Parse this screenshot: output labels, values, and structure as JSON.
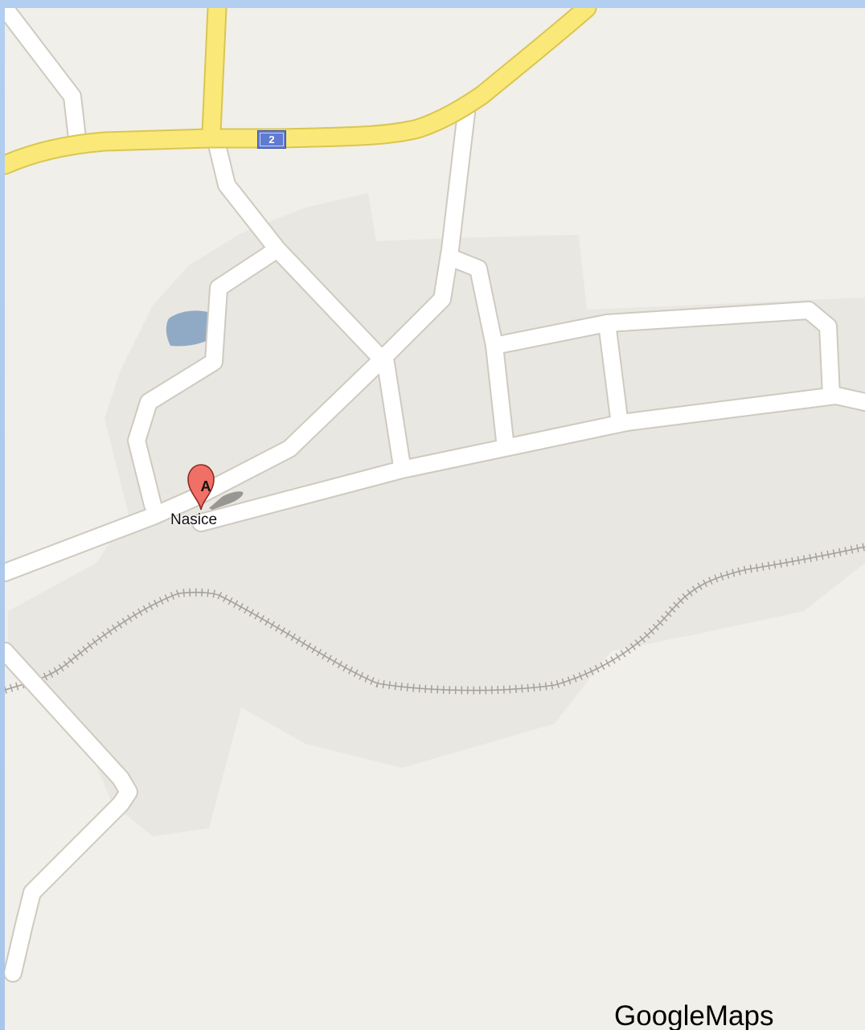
{
  "map": {
    "route_shield": "2",
    "place_label": "Nasice",
    "marker_letter": "A",
    "brand_label": "GoogleMaps"
  },
  "colors": {
    "frame": "#aac8ea",
    "land": "#f1efe9",
    "settlement": "#e9e7e1",
    "road": "#ffffff",
    "road_casing": "#cfcac0",
    "major_road": "#fae978",
    "major_road_casing": "#d9c651",
    "water": "#90aac6",
    "railway": "#a6a29a",
    "marker": "#f07067",
    "shield": "#5f7ad0"
  },
  "icons": {
    "marker": "map-pin-icon",
    "shield": "route-shield-icon",
    "railway": "railway-line"
  }
}
